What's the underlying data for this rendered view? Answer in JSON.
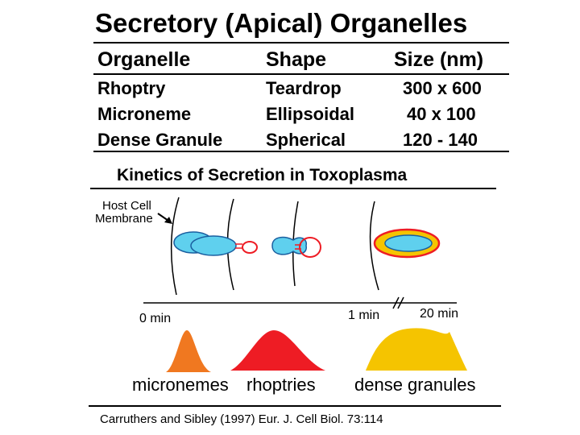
{
  "title": "Secretory (Apical) Organelles",
  "table": {
    "headers": [
      "Organelle",
      "Shape",
      "Size (nm)"
    ],
    "rows": [
      [
        "Rhoptry",
        "Teardrop",
        "300 x 600"
      ],
      [
        "Microneme",
        "Ellipsoidal",
        "40 x 100"
      ],
      [
        "Dense Granule",
        "Spherical",
        "120 - 140"
      ]
    ]
  },
  "kinetics": {
    "title": "Kinetics of Secretion in Toxoplasma",
    "membrane_label_line1": "Host Cell",
    "membrane_label_line2": "Membrane",
    "timeline": {
      "start": "0 min",
      "mid": "1 min",
      "end": "20 min"
    },
    "peaks": [
      {
        "label": "micronemes",
        "color": "#f07820"
      },
      {
        "label": "rhoptries",
        "color": "#ee1c24"
      },
      {
        "label": "dense granules",
        "color": "#f5c400"
      }
    ],
    "parasite_color": "#5fd0ee",
    "citation": "Carruthers and Sibley (1997) Eur. J. Cell Biol. 73:114"
  }
}
